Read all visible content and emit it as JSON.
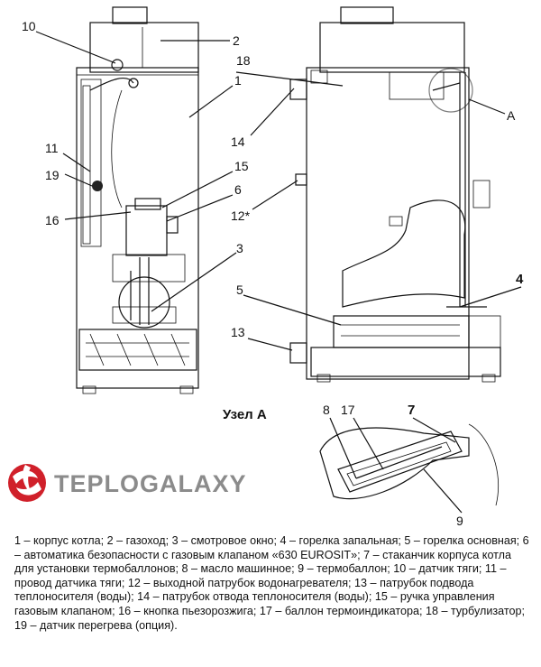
{
  "labels": {
    "l10": "10",
    "l2": "2",
    "l1": "1",
    "l18": "18",
    "l11": "11",
    "l19": "19",
    "l16": "16",
    "l15": "15",
    "l6": "6",
    "l3": "3",
    "l14": "14",
    "l12": "12*",
    "l5": "5",
    "l4": "4",
    "l13": "13",
    "lA": "A",
    "d8": "8",
    "d17": "17",
    "d7": "7",
    "d9": "9"
  },
  "detail_title": "Узел А",
  "logo": {
    "text": "TEPLOGALAXY",
    "color": "#d0202a"
  },
  "caption": "1 – корпус котла; 2 – газоход; 3 – смотровое окно; 4 – горелка запальная; 5 – горелка основная; 6 – автоматика безопасности с газовым клапаном «630 EUROSIT»; 7 – стаканчик корпуса котла для установки термобаллонов; 8 – масло машинное; 9 – термобаллон; 10 – датчик тяги; 11 – провод датчика тяги; 12 – выходной патрубок водонагревателя; 13 – патрубок подвода теплоносителя (воды); 14 – патрубок отвода теплоносителя (воды); 15 – ручка управления газовым клапаном; 16 – кнопка пьезорозжига; 17 – баллон термоиндикатора; 18 – турбулизатор; 19 – датчик перегрева (опция)."
}
